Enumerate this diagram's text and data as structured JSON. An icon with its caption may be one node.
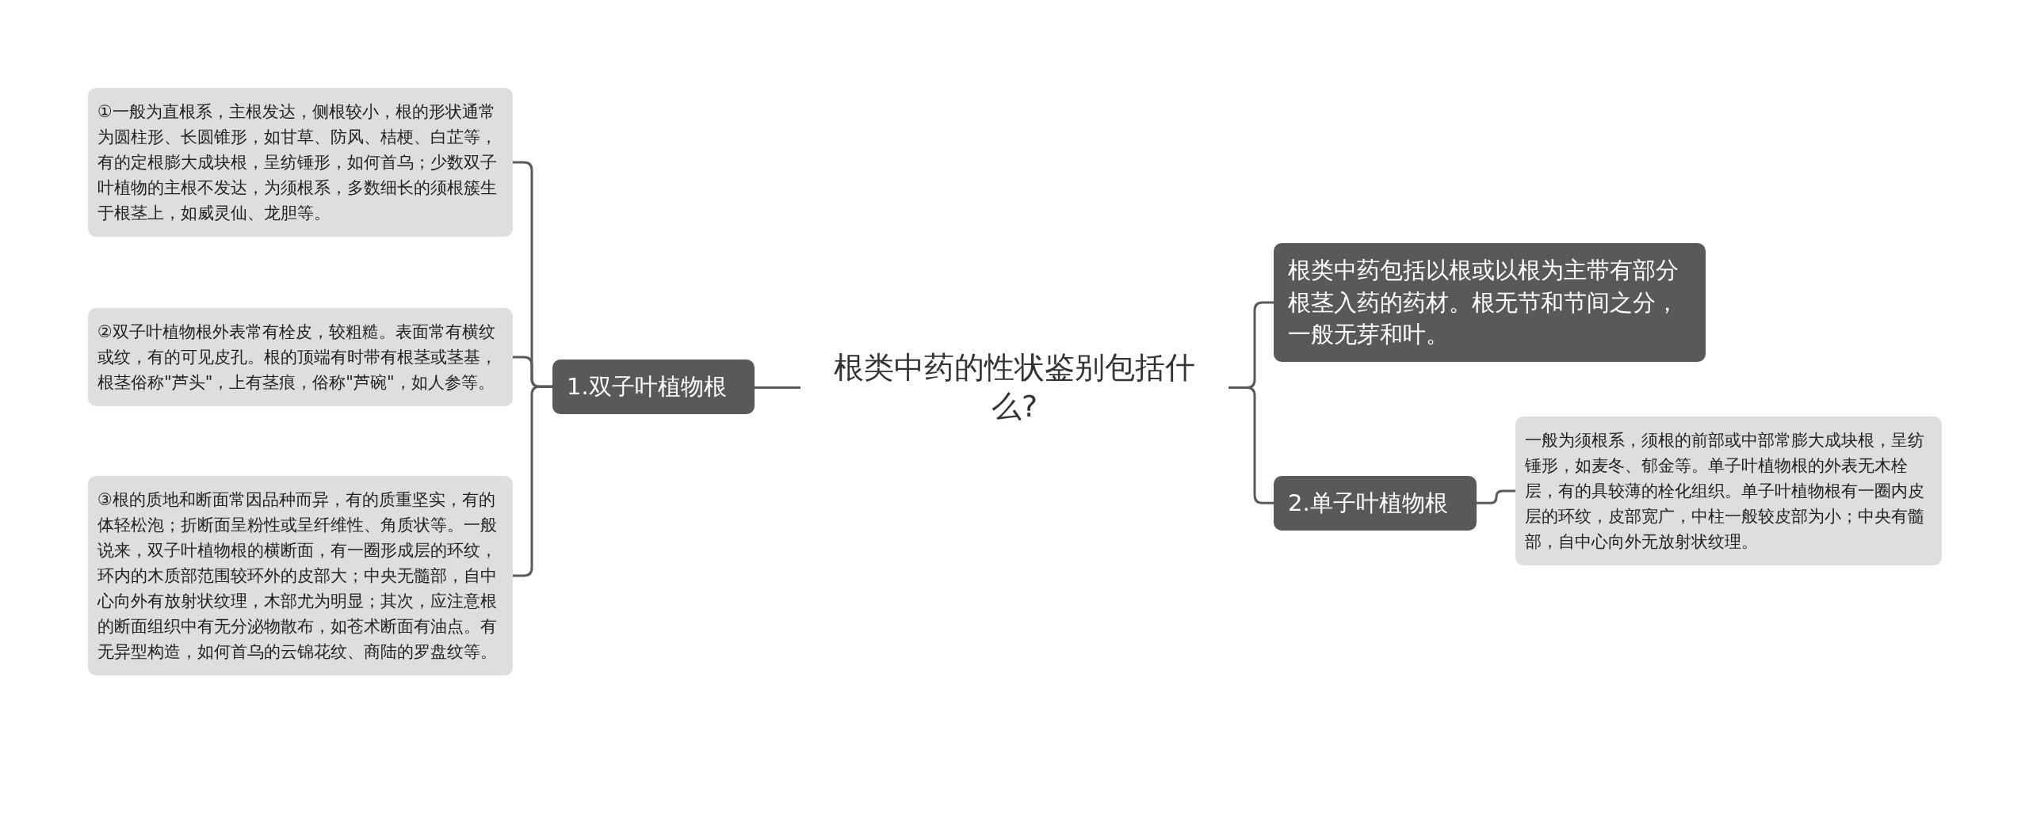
{
  "diagram": {
    "nodes": [
      {
        "text": [
          "根类中药的性状鉴别包括什么?"
        ]
      },
      {
        "text": [
          "1.双子叶植物根"
        ]
      },
      {
        "text": [
          "①一般为直根系，主根发达，侧根较小，根的形状通常为圆柱形、长圆锥形，如甘草、防风、桔梗、白芷等，有的定根膨大成块根，呈纺锤形，如何首乌；少数双子叶植物的主根不发达，为须根系，多数细长的须根簇生于根茎上，如威灵仙、龙胆等。"
        ]
      },
      {
        "text": [
          "②双子叶植物根外表常有栓皮，较粗糙。表面常有横纹或纹，有的可见皮孔。根的顶端有时带有根茎或茎基，根茎俗称\"芦头\"，上有茎痕，俗称\"芦碗\"，如人参等。"
        ]
      },
      {
        "text": [
          "③根的质地和断面常因品种而异，有的质重坚实，有的体轻松泡；折断面呈粉性或呈纤维性、角质状等。一般说来，双子叶植物根的横断面，有一圈形成层的环纹，环内的木质部范围较环外的皮部大；中央无髓部，自中心向外有放射状纹理，木部尤为明显；其次，应注意根的断面组织中有无分泌物散布，如苍术断面有油点。有无异型构造，如何首乌的云锦花纹、商陆的罗盘纹等。"
        ]
      },
      {
        "text": [
          "根类中药包括以根或以根为主带有部分根茎入药的药材。根无节和节间之分，一般无芽和叶。"
        ]
      },
      {
        "text": [
          "2.单子叶植物根"
        ]
      },
      {
        "text": [
          "一般为须根系，须根的前部或中部常膨大成块根，呈纺锤形，如麦冬、郁金等。单子叶植物根的外表无木栓层，有的具较薄的栓化组织。单子叶植物根有一圈内皮层的环纹，皮部宽广，中柱一般较皮部为小；中央有髓部，自中心向外无放射状纹理。"
        ]
      }
    ],
    "edges": [
      {
        "from": 0,
        "to": 1,
        "arrow": "none"
      },
      {
        "from": 1,
        "to": 2,
        "arrow": "none"
      },
      {
        "from": 1,
        "to": 3,
        "arrow": "none"
      },
      {
        "from": 1,
        "to": 4,
        "arrow": "none"
      },
      {
        "from": 0,
        "to": 5,
        "arrow": "none"
      },
      {
        "from": 0,
        "to": 6,
        "arrow": "none"
      },
      {
        "from": 6,
        "to": 7,
        "arrow": "none"
      }
    ]
  }
}
